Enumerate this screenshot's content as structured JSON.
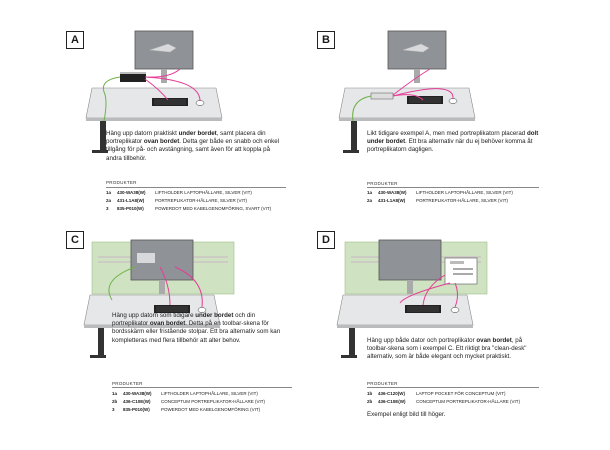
{
  "panels": [
    {
      "label": "A",
      "desc_parts": [
        {
          "t": "Häng upp datorn praktiskt ",
          "b": false
        },
        {
          "t": "under bordet",
          "b": true
        },
        {
          "t": ", samt placera din portreplikator ",
          "b": false
        },
        {
          "t": "ovan bordet",
          "b": true
        },
        {
          "t": ". Detta ger både en snabb och enkel tillgång för på- och avstängning, samt även för att koppla på andra tillbehör.",
          "b": false
        }
      ],
      "products_header": "PRODUKTER",
      "products": [
        {
          "num": "1a",
          "code": "430-WA38(W)",
          "name": "LIFTHOLDER LAPTOPHÅLLARE, SILVER (VIT)"
        },
        {
          "num": "2a",
          "code": "431-L1A8(W)",
          "name": "PORTREPLIKATOR-HÅLLARE, SILVER (VIT)"
        },
        {
          "num": "3",
          "code": "835-P010(W)",
          "name": "POWERDOT MED KABELGENOMFÖRING, SVART (VIT)"
        }
      ]
    },
    {
      "label": "B",
      "desc_parts": [
        {
          "t": "Likt tidigare exempel A, men med portreplikatorn placerad ",
          "b": false
        },
        {
          "t": "dolt under bordet",
          "b": true
        },
        {
          "t": ". Ett bra alternativ när du ej behöver komma åt portreplikatorn dagligen.",
          "b": false
        }
      ],
      "products_header": "PRODUKTER",
      "products": [
        {
          "num": "1a",
          "code": "430-WA38(W)",
          "name": "LIFTHOLDER LAPTOPHÅLLARE, SILVER (VIT)"
        },
        {
          "num": "2a",
          "code": "431-L1A8(W)",
          "name": "PORTREPLIKATOR-HÅLLARE, SILVER (VIT)"
        }
      ]
    },
    {
      "label": "C",
      "desc_parts": [
        {
          "t": "Häng upp datorn som tidigare ",
          "b": false
        },
        {
          "t": "under bordet",
          "b": true
        },
        {
          "t": " och din portreplikator ",
          "b": false
        },
        {
          "t": "ovan bordet",
          "b": true
        },
        {
          "t": ". Detta på en toolbar-skena för bordsskärm eller fristående stolpar. Ett bra alternativ som kan kompletteras med flera tillbehör att alter behov.",
          "b": false
        }
      ],
      "products_header": "PRODUKTER",
      "products": [
        {
          "num": "1a",
          "code": "430-WA38(W)",
          "name": "LIFTHOLDER LAPTOPHÅLLARE, SILVER (VIT)"
        },
        {
          "num": "2b",
          "code": "436-C10E(W)",
          "name": "CONCEPTUM PORTREPLIKATOR-HÅLLARE (VIT)"
        },
        {
          "num": "3",
          "code": "835-P010(W)",
          "name": "POWERDOT MED KABELGENOMFÖRING (VIT)"
        }
      ]
    },
    {
      "label": "D",
      "desc_parts": [
        {
          "t": "Häng upp både dator och portreplikator ",
          "b": false
        },
        {
          "t": "ovan bordet",
          "b": true
        },
        {
          "t": ", på toolbar-skena som i exempel C. Ett riktigt bra \"clean-desk\" alternativ, som är både elegant och mycket praktiskt.",
          "b": false
        }
      ],
      "products_header": "PRODUKTER",
      "products": [
        {
          "num": "1b",
          "code": "436-C120(W)",
          "name": "LAPTOP POCKET FÖR CONCEPTUM (VIT)"
        },
        {
          "num": "2b",
          "code": "436-C10E(W)",
          "name": "CONCEPTUM PORTREPLIKATOR-HÅLLARE (VIT)"
        }
      ],
      "note": "Exempel enligt bild till höger."
    }
  ]
}
